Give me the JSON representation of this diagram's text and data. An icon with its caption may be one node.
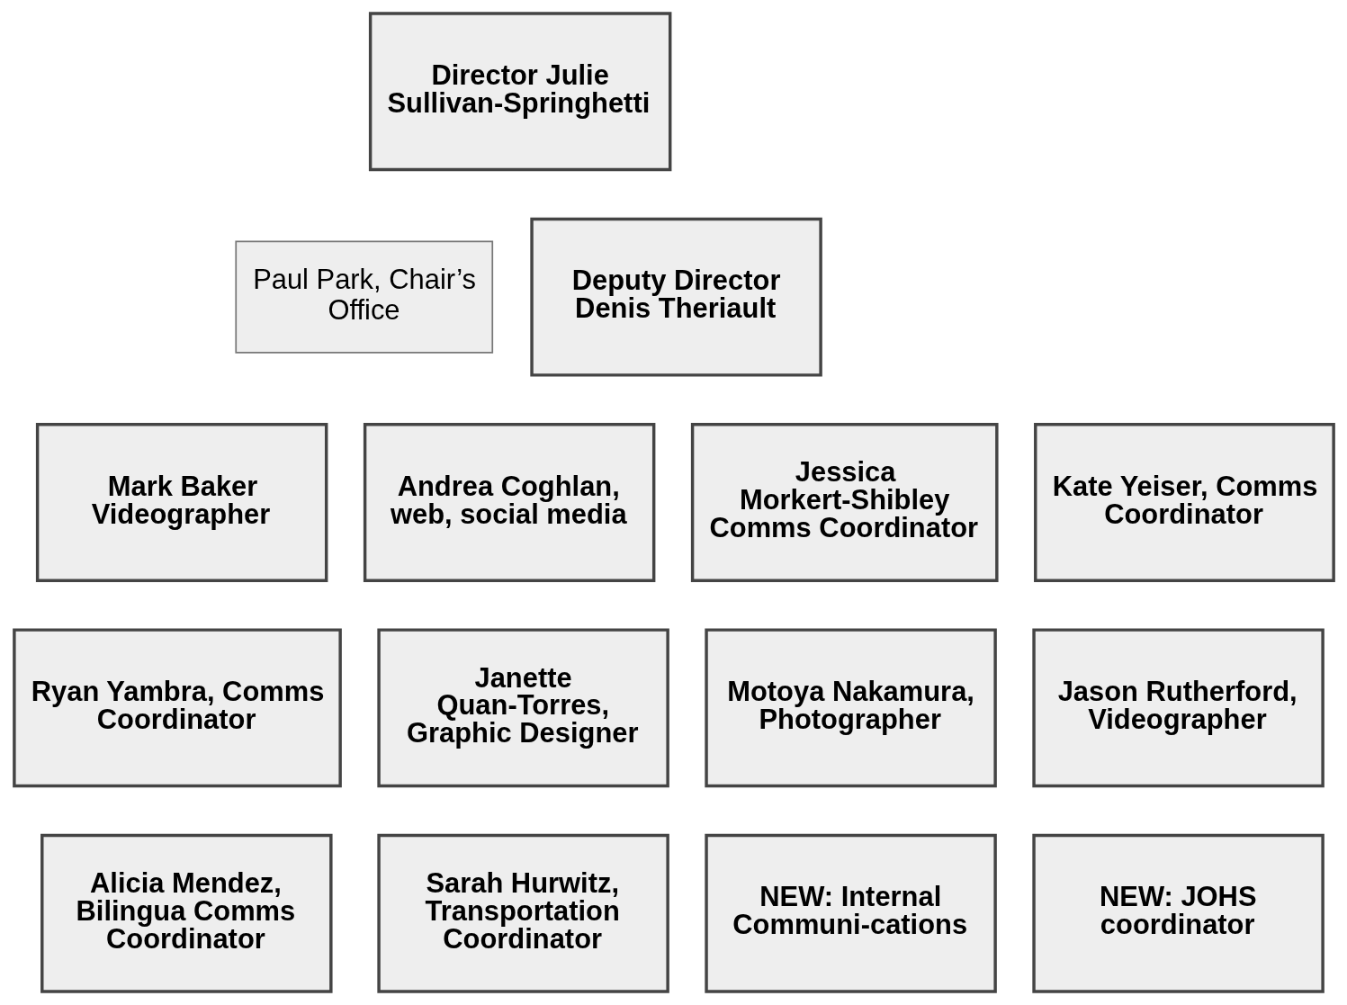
{
  "diagram": {
    "nodes": [
      {
        "text": [
          "Director Julie Sullivan-Springhetti"
        ]
      },
      {
        "text": [
          "Paul Park, Chair’s Office"
        ]
      },
      {
        "text": [
          "Deputy Director Denis Theriault"
        ]
      },
      {
        "text": [
          "Mark Baker Videographer"
        ]
      },
      {
        "text": [
          "Andrea Coghlan, web, social media"
        ]
      },
      {
        "text": [
          "Jessica Morkert-Shibley Comms Coordinator"
        ]
      },
      {
        "text": [
          "Kate Yeiser, Comms Coordinator"
        ]
      },
      {
        "text": [
          "Ryan Yambra, Comms Coordinator"
        ]
      },
      {
        "text": [
          "Janette Quan-Torres, Graphic Designer"
        ]
      },
      {
        "text": [
          "Motoya Nakamura, Photographer"
        ]
      },
      {
        "text": [
          "Jason Rutherford, Videographer"
        ]
      },
      {
        "text": [
          "Alicia Mendez, Bilingua Comms Coordinator"
        ]
      },
      {
        "text": [
          "Sarah Hurwitz, Transportation Coordinator"
        ]
      },
      {
        "text": [
          "NEW: Internal Communi-cations"
        ]
      },
      {
        "text": [
          "NEW: JOHS coordinator"
        ]
      }
    ],
    "edges": []
  }
}
